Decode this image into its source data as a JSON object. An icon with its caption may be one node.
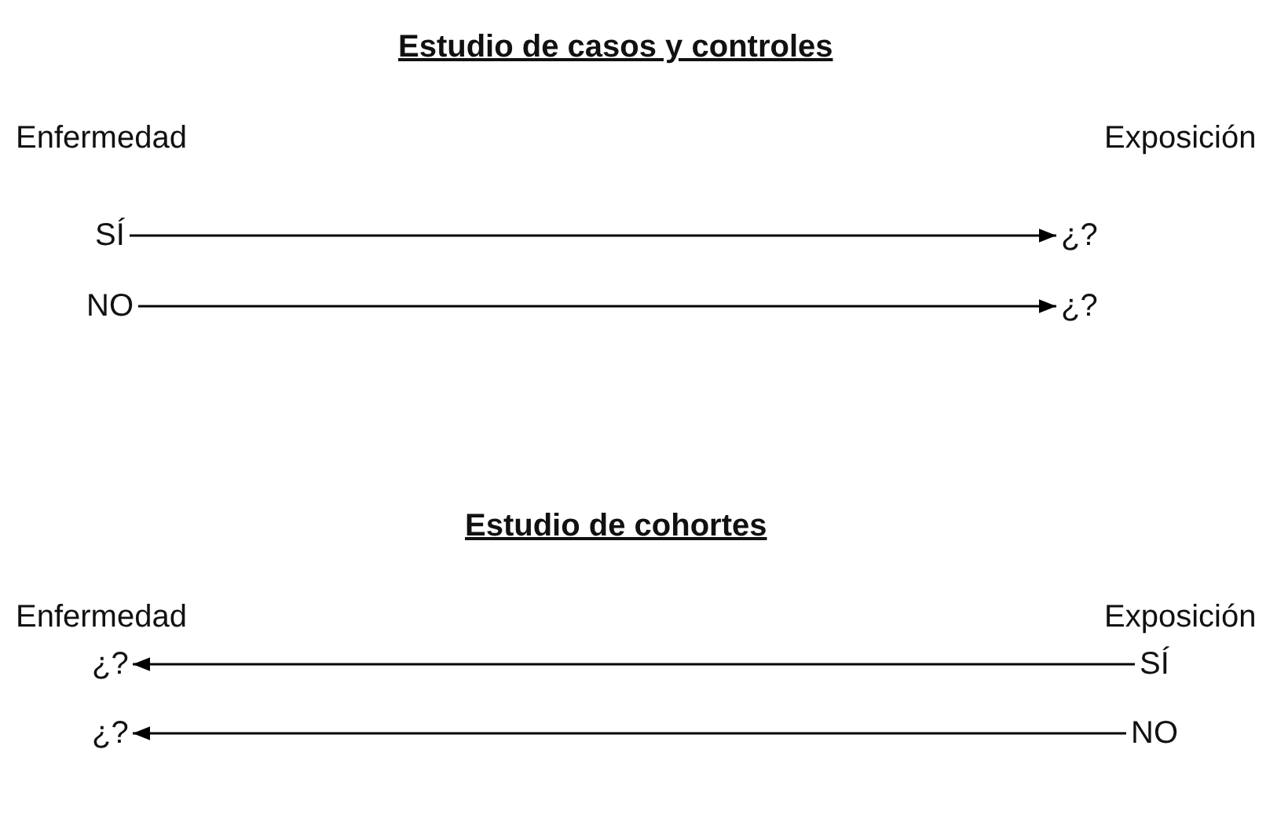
{
  "diagram": {
    "nodes": [
      {
        "text": [
          "SÍ"
        ]
      },
      {
        "text": [
          "¿?"
        ]
      },
      {
        "text": [
          "NO"
        ]
      },
      {
        "text": [
          "¿?"
        ]
      },
      {
        "text": [
          "¿?"
        ]
      },
      {
        "text": [
          "SÍ"
        ]
      },
      {
        "text": [
          "¿?"
        ]
      },
      {
        "text": [
          "NO"
        ]
      }
    ],
    "edges": [
      {
        "from": 0,
        "to": 1,
        "arrow": "to"
      },
      {
        "from": 2,
        "to": 3,
        "arrow": "to"
      },
      {
        "from": 5,
        "to": 4,
        "arrow": "to"
      },
      {
        "from": 7,
        "to": 6,
        "arrow": "to"
      }
    ],
    "labels": [
      "Estudio de casos y controles",
      "Enfermedad",
      "Exposición",
      "Estudio de cohortes",
      "Enfermedad",
      "Exposición"
    ]
  }
}
